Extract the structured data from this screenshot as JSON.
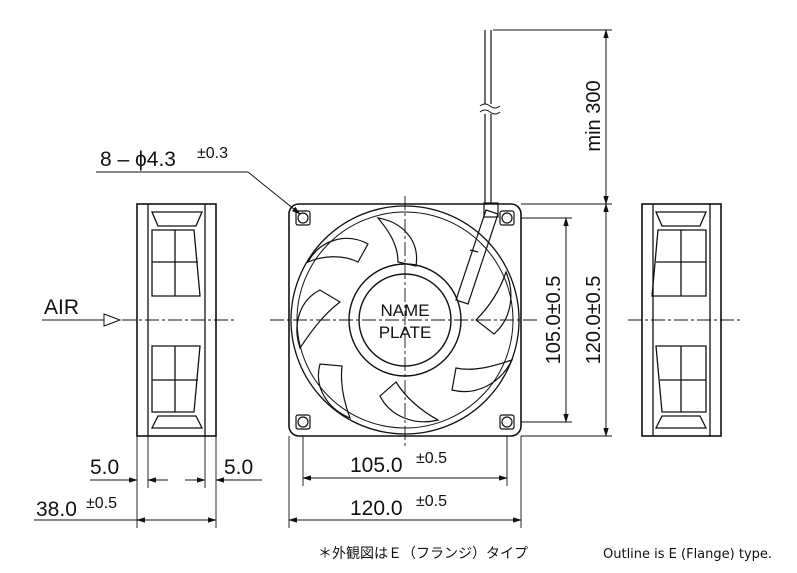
{
  "labels": {
    "hole_callout": "8 – ϕ4.3",
    "hole_tol": "±0.3",
    "lead_length": "min 300",
    "nameplate_line1": "NAME",
    "nameplate_line2": "PLATE",
    "air": "AIR",
    "mount_pitch_h": "105.0",
    "mount_pitch_h_tol": "±0.5",
    "width_h": "120.0",
    "width_h_tol": "±0.5",
    "mount_pitch_v": "105.0±0.5",
    "height_v": "120.0±0.5",
    "flange_left": "5.0",
    "flange_right": "5.0",
    "depth": "38.0",
    "depth_tol": "±0.5"
  },
  "footnote": {
    "japanese": "＊外観図はＥ（フランジ）タイプ",
    "english": "Outline is E (Flange) type."
  },
  "colors": {
    "line": "#111111",
    "background": "#ffffff"
  }
}
